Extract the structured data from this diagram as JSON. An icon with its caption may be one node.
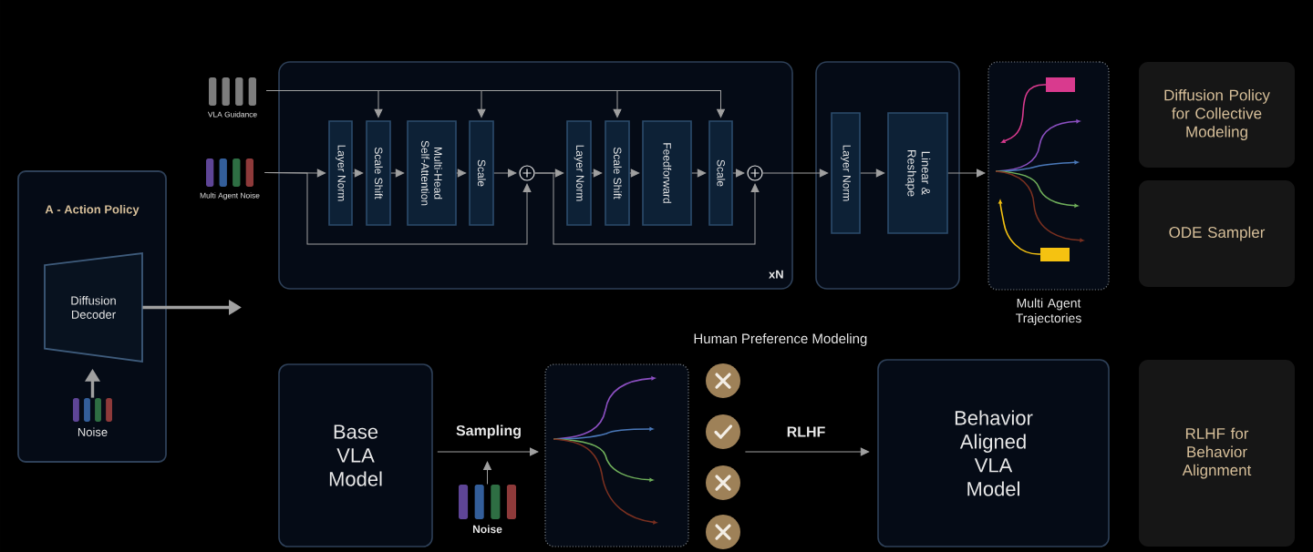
{
  "diagram": {
    "nodes": [
      {
        "text": [
          "A - Action Policy"
        ]
      },
      {
        "text": [
          "Diffusion Decoder"
        ],
        "in": 0
      },
      {
        "text": [
          "Noise"
        ],
        "in": 0
      },
      {
        "text": [
          "VLA Guidance"
        ]
      },
      {
        "text": [
          "Multi Agent Noise"
        ]
      },
      {
        "text": [
          "xN"
        ]
      },
      {
        "text": [
          "Layer Norm"
        ],
        "in": 5
      },
      {
        "text": [
          "Scale Shift"
        ],
        "in": 5
      },
      {
        "text": [
          "Multi-Head Self-Attention"
        ],
        "in": 5
      },
      {
        "text": [
          "Scale"
        ],
        "in": 5
      },
      {
        "text": [],
        "shape": "circle",
        "in": 5
      },
      {
        "text": [
          "Layer Norm"
        ],
        "in": 5
      },
      {
        "text": [
          "Scale Shift"
        ],
        "in": 5
      },
      {
        "text": [
          "Feedforward"
        ],
        "in": 5
      },
      {
        "text": [
          "Scale"
        ],
        "in": 5
      },
      {
        "text": [],
        "shape": "circle",
        "in": 5
      },
      {
        "text": [],
        "shape": "box"
      },
      {
        "text": [
          "Layer Norm"
        ],
        "in": 16
      },
      {
        "text": [
          "Linear & Reshape"
        ],
        "in": 16
      },
      {
        "text": [
          "Multi Agent Trajectories"
        ]
      },
      {
        "text": [
          "Diffusion Policy for Collective Modeling"
        ]
      },
      {
        "text": [
          "ODE Sampler"
        ]
      },
      {
        "text": [
          "Base VLA Model"
        ]
      },
      {
        "text": [
          "Noise"
        ]
      },
      {
        "text": [],
        "shape": "box"
      },
      {
        "text": [
          "Human Preference Modeling"
        ]
      },
      {
        "text": [
          "Behavior Aligned VLA Model"
        ]
      },
      {
        "text": [
          "RLHF for Behavior Alignment"
        ]
      }
    ],
    "edges": [
      {
        "from": 2,
        "to": 1,
        "arrow": "to",
        "style": "thick"
      },
      {
        "from": 1,
        "to": null,
        "arrow": "to",
        "style": "thick"
      },
      {
        "from": 3,
        "to": 7,
        "arrow": "to"
      },
      {
        "from": 3,
        "to": 9,
        "arrow": "to"
      },
      {
        "from": 3,
        "to": 12,
        "arrow": "to"
      },
      {
        "from": 3,
        "to": 14,
        "arrow": "to"
      },
      {
        "from": 4,
        "to": 6,
        "arrow": "to"
      },
      {
        "from": 4,
        "to": 10,
        "arrow": "to"
      },
      {
        "from": 6,
        "to": 7,
        "arrow": "to"
      },
      {
        "from": 7,
        "to": 8,
        "arrow": "to"
      },
      {
        "from": 8,
        "to": 9,
        "arrow": "to"
      },
      {
        "from": 9,
        "to": 10,
        "arrow": "to"
      },
      {
        "from": 10,
        "to": 11,
        "arrow": "to"
      },
      {
        "from": 10,
        "to": 15,
        "arrow": "to"
      },
      {
        "from": 11,
        "to": 12,
        "arrow": "to"
      },
      {
        "from": 12,
        "to": 13,
        "arrow": "to"
      },
      {
        "from": 13,
        "to": 14,
        "arrow": "to"
      },
      {
        "from": 14,
        "to": 15,
        "arrow": "to"
      },
      {
        "from": 15,
        "to": 17,
        "arrow": "to"
      },
      {
        "from": 17,
        "to": 18,
        "arrow": "to"
      },
      {
        "from": 18,
        "to": 19,
        "arrow": "to"
      },
      {
        "from": 22,
        "to": 24,
        "arrow": "to",
        "label": "Sampling"
      },
      {
        "from": 23,
        "to": null,
        "arrow": "to"
      },
      {
        "from": 25,
        "to": 26,
        "arrow": "to",
        "label": "RLHF"
      }
    ]
  }
}
